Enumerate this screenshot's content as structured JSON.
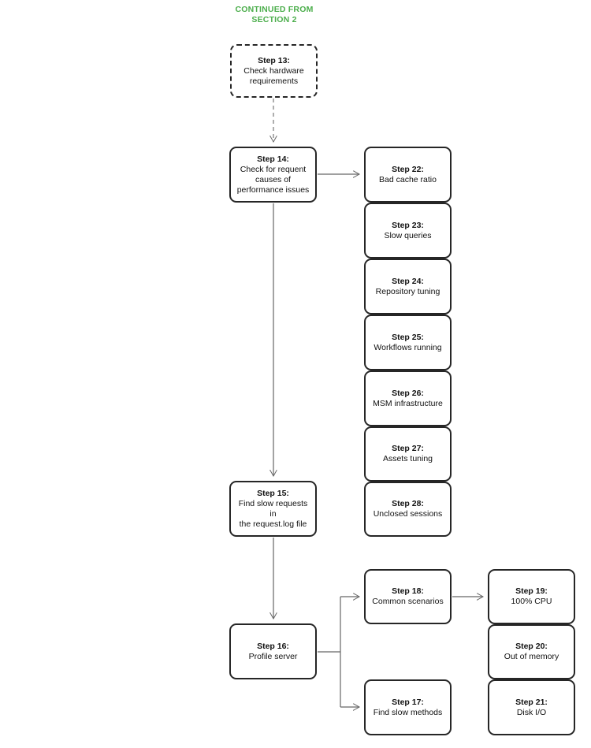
{
  "header": {
    "line1": "CONTINUED FROM",
    "line2": "SECTION 2"
  },
  "colors": {
    "header_green": "#4cae4c",
    "node_border": "#262626",
    "connector": "#666666",
    "background": "#ffffff"
  },
  "nodes": {
    "step13": {
      "title": "Step 13:",
      "text": "Check hardware\nrequirements"
    },
    "step14": {
      "title": "Step 14:",
      "text": "Check for requent\ncauses of\nperformance issues"
    },
    "step15": {
      "title": "Step 15:",
      "text": "Find slow requests in\nthe request.log file"
    },
    "step16": {
      "title": "Step 16:",
      "text": "Profile server"
    },
    "step17": {
      "title": "Step 17:",
      "text": "Find slow methods"
    },
    "step18": {
      "title": "Step 18:",
      "text": "Common scenarios"
    },
    "step19": {
      "title": "Step 19:",
      "text": "100% CPU"
    },
    "step20": {
      "title": "Step 20:",
      "text": "Out of memory"
    },
    "step21": {
      "title": "Step 21:",
      "text": "Disk I/O"
    },
    "step22": {
      "title": "Step 22:",
      "text": "Bad cache ratio"
    },
    "step23": {
      "title": "Step 23:",
      "text": "Slow queries"
    },
    "step24": {
      "title": "Step 24:",
      "text": "Repository tuning"
    },
    "step25": {
      "title": "Step 25:",
      "text": "Workflows running"
    },
    "step26": {
      "title": "Step 26:",
      "text": "MSM infrastructure"
    },
    "step27": {
      "title": "Step 27:",
      "text": "Assets tuning"
    },
    "step28": {
      "title": "Step 28:",
      "text": "Unclosed sessions"
    }
  }
}
